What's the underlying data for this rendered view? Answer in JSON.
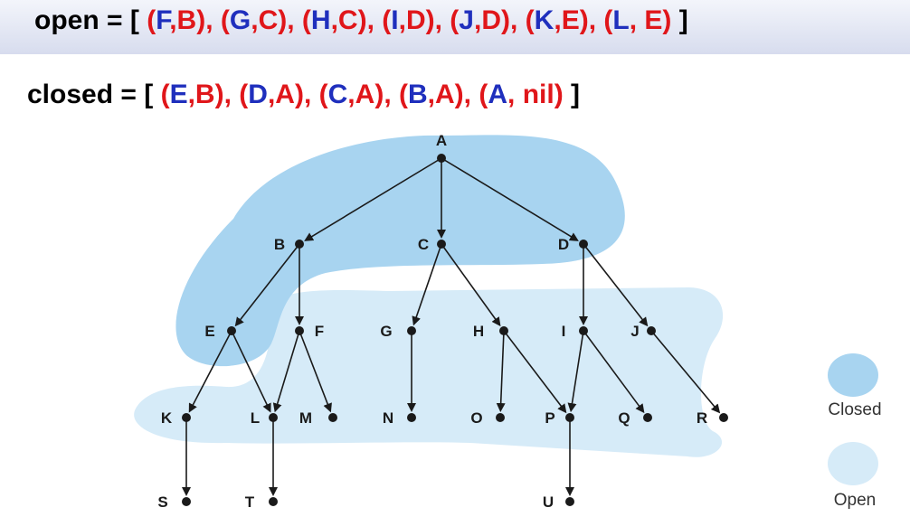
{
  "open_list": {
    "name": "open",
    "pairs": [
      {
        "node": "F",
        "parent": "B"
      },
      {
        "node": "G",
        "parent": "C"
      },
      {
        "node": "H",
        "parent": "C"
      },
      {
        "node": "I",
        "parent": "D"
      },
      {
        "node": "J",
        "parent": "D"
      },
      {
        "node": "K",
        "parent": "E"
      },
      {
        "node": "L",
        "parent": "E"
      }
    ]
  },
  "closed_list": {
    "name": "closed",
    "pairs": [
      {
        "node": "E",
        "parent": "B"
      },
      {
        "node": "D",
        "parent": "A"
      },
      {
        "node": "C",
        "parent": "A"
      },
      {
        "node": "B",
        "parent": "A"
      },
      {
        "node": "A",
        "parent": "nil"
      }
    ]
  },
  "tree": {
    "nodes": [
      "A",
      "B",
      "C",
      "D",
      "E",
      "F",
      "G",
      "H",
      "I",
      "J",
      "K",
      "L",
      "M",
      "N",
      "O",
      "P",
      "Q",
      "R",
      "S",
      "T",
      "U"
    ],
    "edges": [
      [
        "A",
        "B"
      ],
      [
        "A",
        "C"
      ],
      [
        "A",
        "D"
      ],
      [
        "B",
        "E"
      ],
      [
        "B",
        "F"
      ],
      [
        "C",
        "G"
      ],
      [
        "C",
        "H"
      ],
      [
        "D",
        "I"
      ],
      [
        "D",
        "J"
      ],
      [
        "E",
        "K"
      ],
      [
        "E",
        "L"
      ],
      [
        "F",
        "L"
      ],
      [
        "F",
        "M"
      ],
      [
        "G",
        "N"
      ],
      [
        "H",
        "O"
      ],
      [
        "H",
        "P"
      ],
      [
        "I",
        "P"
      ],
      [
        "I",
        "Q"
      ],
      [
        "J",
        "R"
      ],
      [
        "K",
        "S"
      ],
      [
        "L",
        "T"
      ],
      [
        "P",
        "U"
      ]
    ]
  },
  "legend": {
    "closed_label": "Closed",
    "open_label": "Open"
  },
  "colors": {
    "closed_region": "#a8d4f0",
    "open_region": "#d6ebf8",
    "node_name": "#1f2fbd",
    "parent_name": "#e0161a"
  }
}
